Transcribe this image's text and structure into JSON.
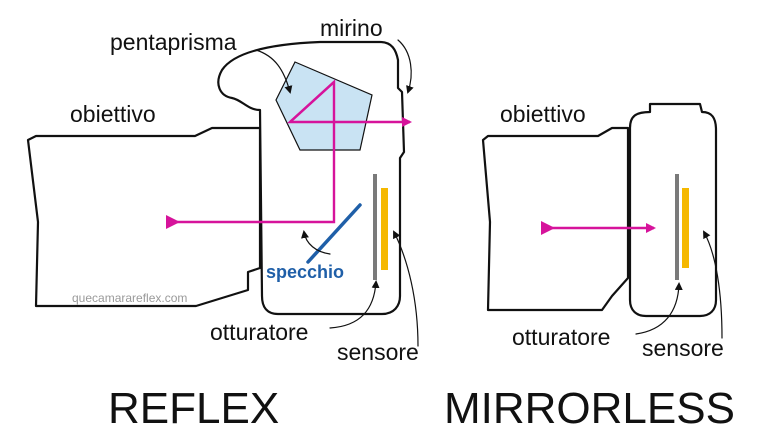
{
  "reflex": {
    "title": "REFLEX",
    "labels": {
      "pentaprism": "pentaprisma",
      "viewfinder": "mirino",
      "lens": "obiettivo",
      "mirror": "specchio",
      "shutter": "otturatore",
      "sensor": "sensore"
    }
  },
  "mirrorless": {
    "title": "MIRRORLESS",
    "labels": {
      "lens": "obiettivo",
      "shutter": "otturatore",
      "sensor": "sensore"
    }
  },
  "watermark": "quecamarareflex.com",
  "colors": {
    "light_path": "#d6139b",
    "mirror": "#1f5fa8",
    "prism_fill": "#c9e3f3",
    "sensor": "#f5b800",
    "shutter": "#7a7a7a"
  }
}
